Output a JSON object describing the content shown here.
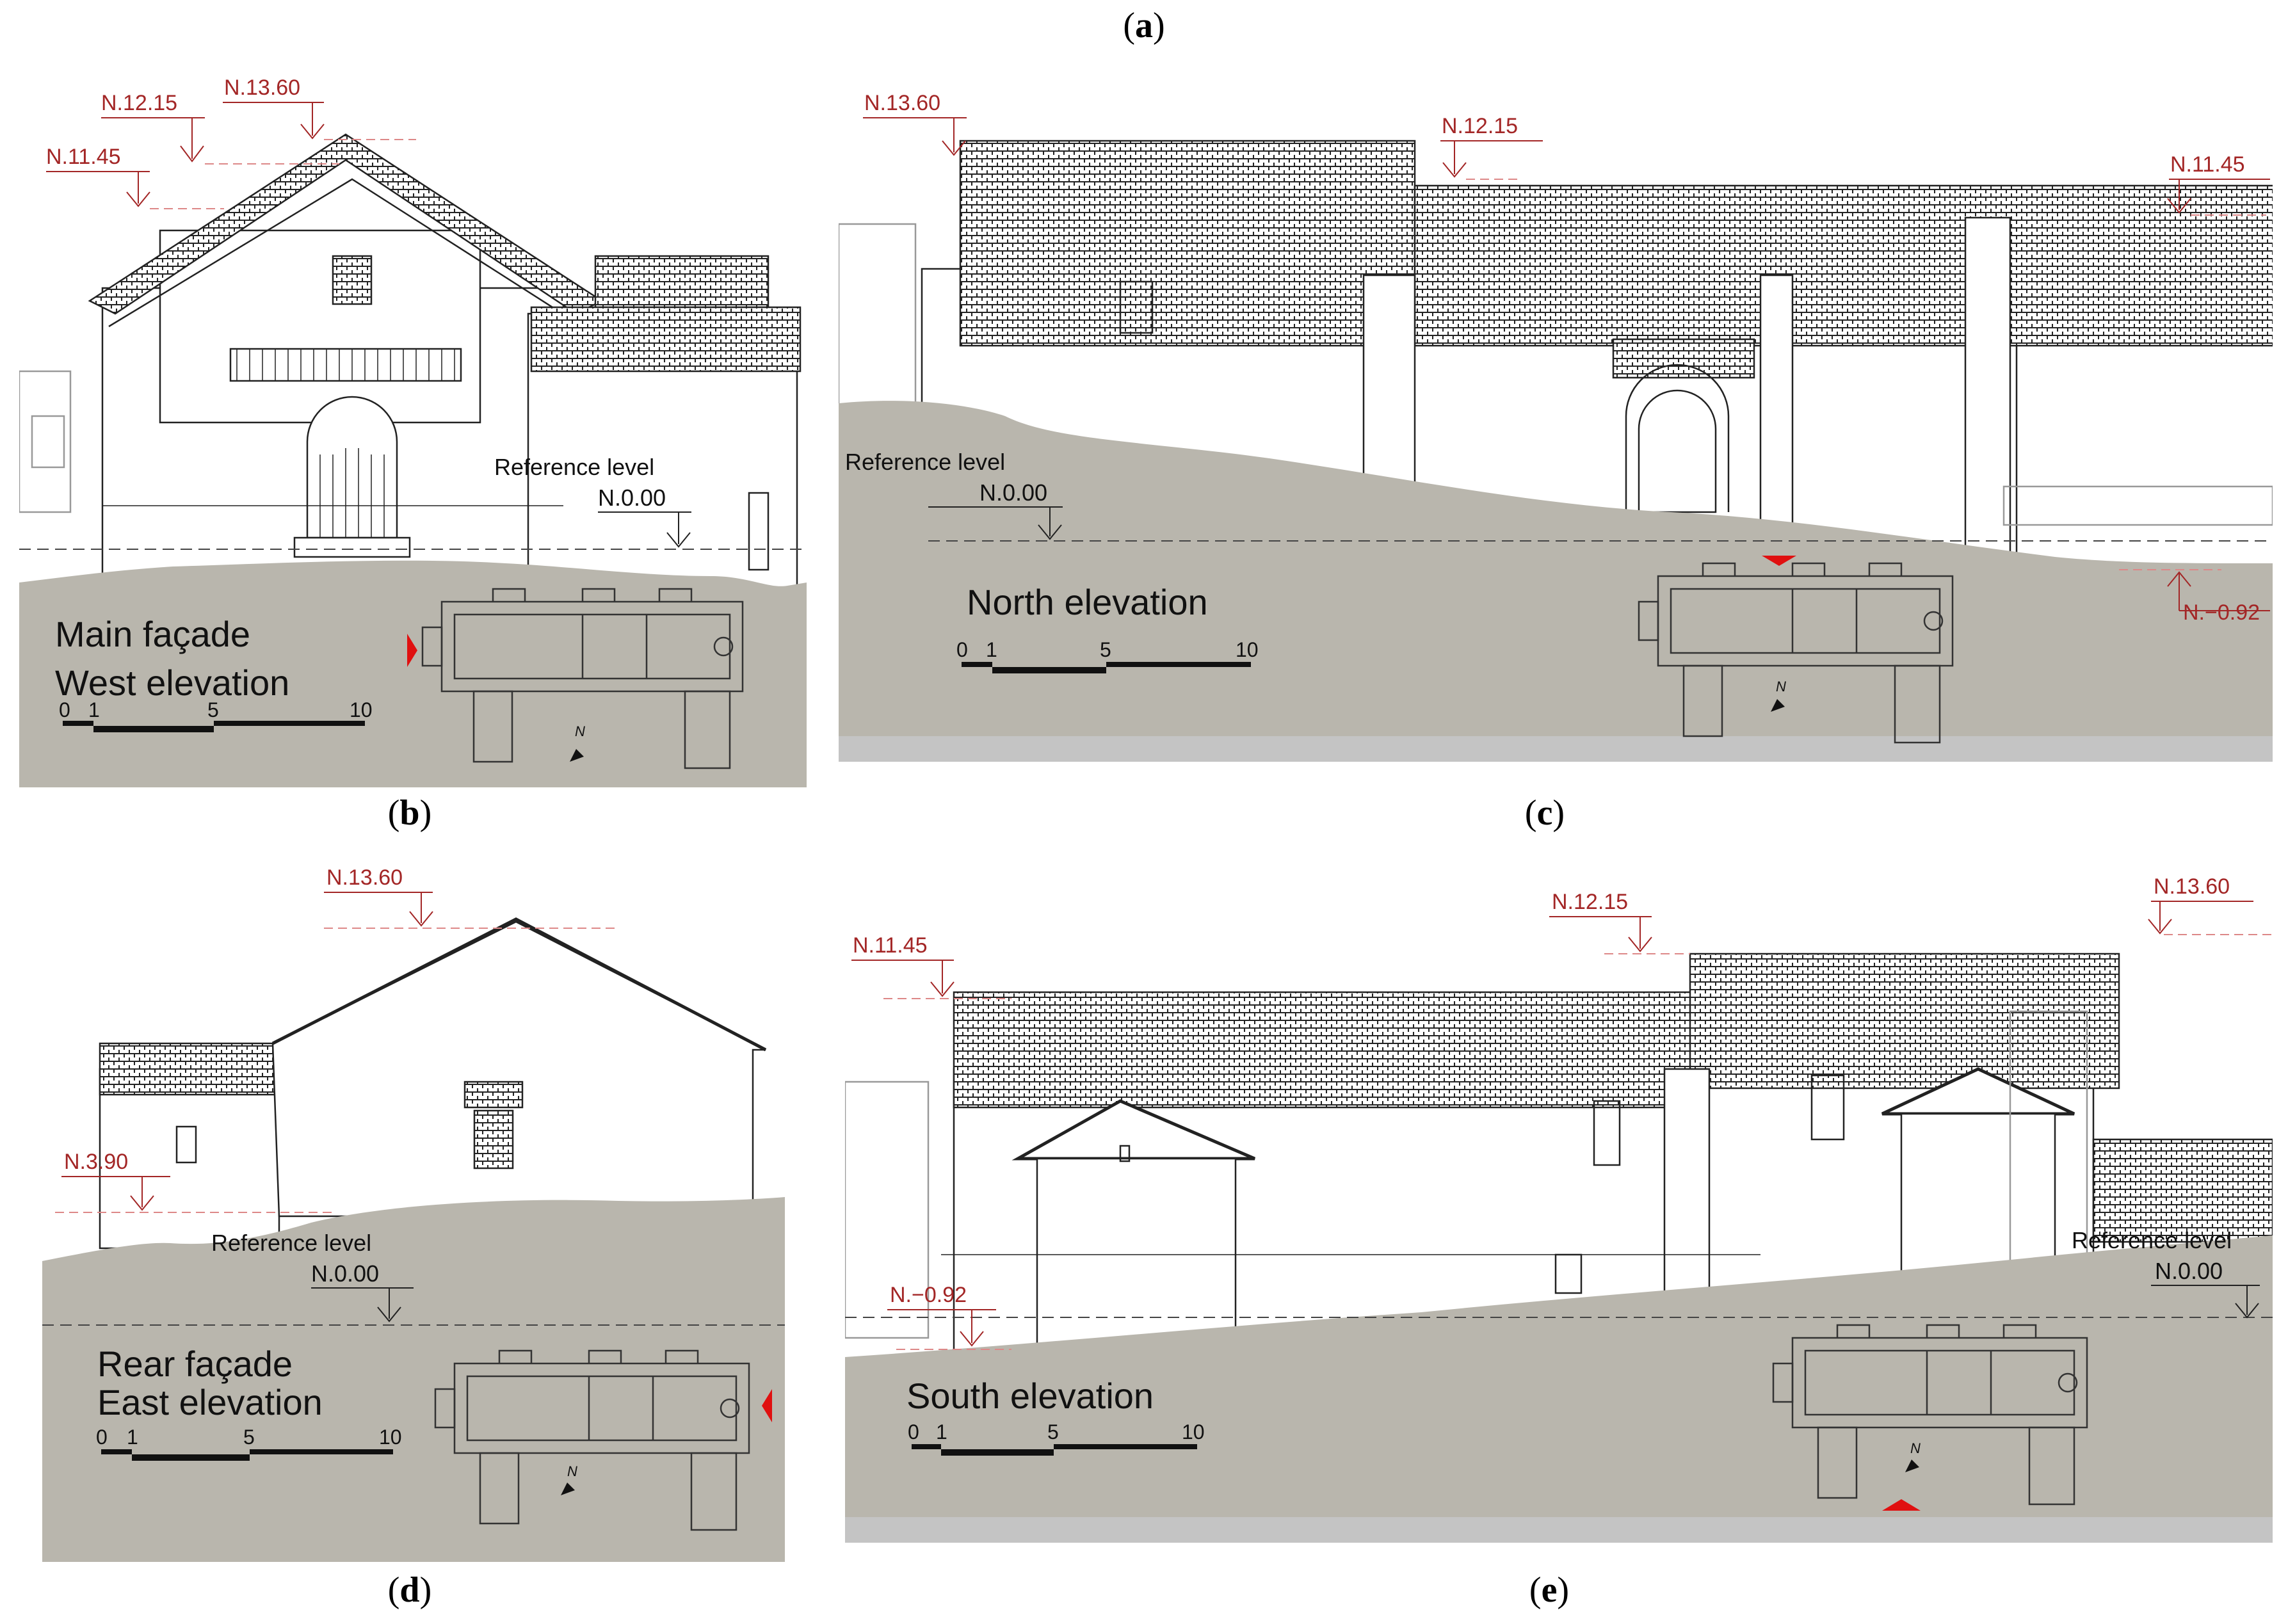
{
  "captions": {
    "a": "a",
    "b": "b",
    "c": "c",
    "d": "d",
    "e": "e"
  },
  "panel_b": {
    "title_line1": "Main façade",
    "title_line2": "West elevation",
    "reference_label": "Reference level",
    "reference_value": "N.0.00",
    "levels": [
      "N.12.15",
      "N.13.60",
      "N.11.45"
    ],
    "scale_ticks": [
      "0",
      "1",
      "5",
      "10"
    ]
  },
  "panel_c": {
    "title": "North elevation",
    "reference_label": "Reference level",
    "reference_value": "N.0.00",
    "levels": [
      "N.13.60",
      "N.12.15",
      "N.11.45",
      "N.−0.92"
    ],
    "scale_ticks": [
      "0",
      "1",
      "5",
      "10"
    ]
  },
  "panel_d": {
    "title_line1": "Rear façade",
    "title_line2": "East elevation",
    "reference_label": "Reference level",
    "reference_value": "N.0.00",
    "levels": [
      "N.13.60",
      "N.3.90"
    ],
    "scale_ticks": [
      "0",
      "1",
      "5",
      "10"
    ]
  },
  "panel_e": {
    "title": "South elevation",
    "reference_label": "Reference level",
    "reference_value": "N.0.00",
    "levels": [
      "N.11.45",
      "N.12.15",
      "N.13.60",
      "N.−0.92"
    ],
    "scale_ticks": [
      "0",
      "1",
      "5",
      "10"
    ]
  },
  "plan_north_label": "N",
  "colors": {
    "ground": "#b9b6ad",
    "level_red": "#a32626",
    "marker_red": "#e01010",
    "base_strip": "#c4c4c4"
  }
}
